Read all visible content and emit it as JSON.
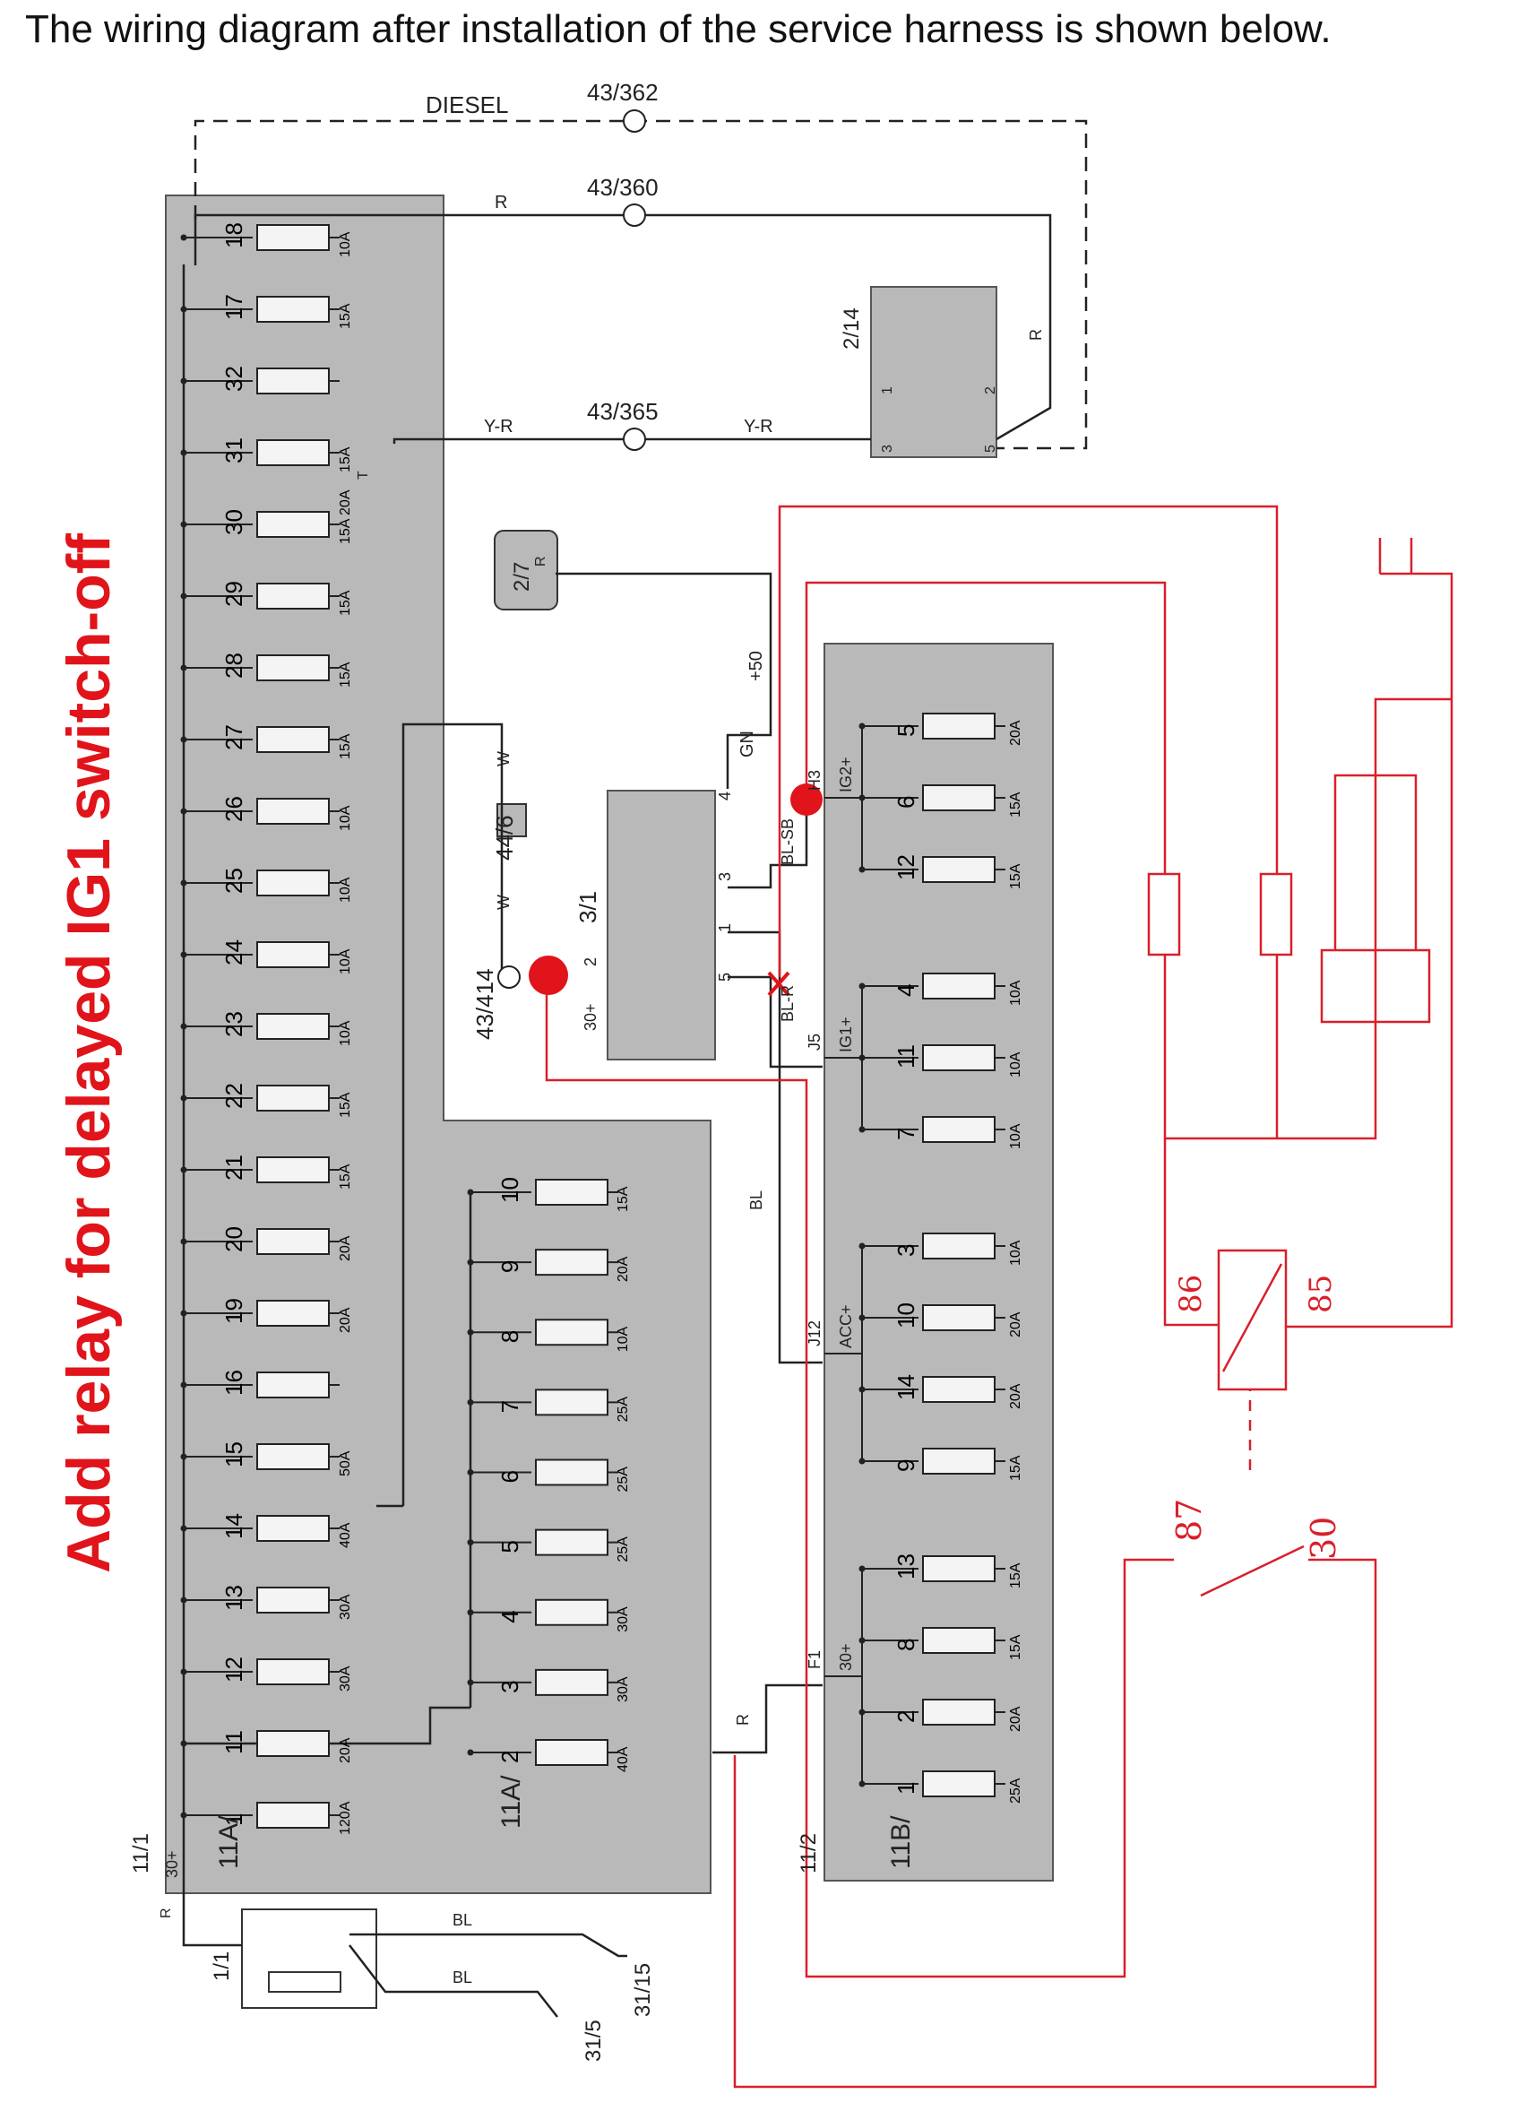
{
  "header": "The wiring diagram after installation of the service harness is shown below.",
  "title": "Add relay for delayed IG1 switch-off",
  "colors": {
    "harness": "#d8202a",
    "box": "#b9b9b9",
    "box_dark": "#9a9a9a",
    "fuse_fill": "#f4f4f4",
    "ink": "#222222"
  },
  "connectors": {
    "diesel": "43/362",
    "c360": "43/360",
    "c365": "43/365",
    "c414": "43/414",
    "c446": "44/6",
    "c27": "2/7",
    "c214": "2/14",
    "c31": "3/1",
    "c11": "1/1"
  },
  "wire_labels": {
    "diesel": "DIESEL",
    "r1": "R",
    "yr1": "Y-R",
    "yr2": "Y-R",
    "r2": "R",
    "w1": "W",
    "w2": "W",
    "r27": "R",
    "gn": "GN",
    "p50": "+50",
    "blsb": "BL-SB",
    "blr": "BL-R",
    "bl": "BL",
    "r3": "R",
    "rbat": "R",
    "bl1": "BL",
    "bl2": "BL"
  },
  "ground_labels": {
    "g1": "31/15",
    "g2": "31/5"
  },
  "ignition": {
    "p4": "4",
    "p3": "3",
    "p1": "1",
    "p2": "2",
    "p5": "5",
    "p30": "30+",
    "k1": "1",
    "k2": "2",
    "k3": "3",
    "k5": "5"
  },
  "fusebox_a": {
    "label": "11A/",
    "id": "11/1",
    "feed": "30+",
    "fuses": [
      {
        "n": "18",
        "r": "10A"
      },
      {
        "n": "17",
        "r": "15A"
      },
      {
        "n": "32",
        "r": ""
      },
      {
        "n": "31",
        "r": "15A"
      },
      {
        "n": "30",
        "r": "15A 20A"
      },
      {
        "n": "29",
        "r": "15A"
      },
      {
        "n": "28",
        "r": "15A"
      },
      {
        "n": "27",
        "r": "15A"
      },
      {
        "n": "26",
        "r": "10A"
      },
      {
        "n": "25",
        "r": "10A"
      },
      {
        "n": "24",
        "r": "10A"
      },
      {
        "n": "23",
        "r": "10A"
      },
      {
        "n": "22",
        "r": "15A"
      },
      {
        "n": "21",
        "r": "15A"
      },
      {
        "n": "20",
        "r": "20A"
      },
      {
        "n": "19",
        "r": "20A"
      },
      {
        "n": "16",
        "r": ""
      },
      {
        "n": "15",
        "r": "50A"
      },
      {
        "n": "14",
        "r": "40A"
      },
      {
        "n": "13",
        "r": "30A"
      },
      {
        "n": "12",
        "r": "30A"
      },
      {
        "n": "11",
        "r": "20A"
      },
      {
        "n": "1",
        "r": "120A"
      }
    ],
    "t_mark": "T"
  },
  "fusebox_a2": {
    "label": "11A/",
    "fuses": [
      {
        "n": "10",
        "r": "15A"
      },
      {
        "n": "9",
        "r": "20A"
      },
      {
        "n": "8",
        "r": "10A"
      },
      {
        "n": "7",
        "r": "25A"
      },
      {
        "n": "6",
        "r": "25A"
      },
      {
        "n": "5",
        "r": "25A"
      },
      {
        "n": "4",
        "r": "30A"
      },
      {
        "n": "3",
        "r": "30A"
      },
      {
        "n": "2",
        "r": "40A"
      }
    ]
  },
  "fusebox_b": {
    "label": "11B/",
    "id": "11/2",
    "groups": [
      {
        "name": "IG2+",
        "conn": "H3",
        "fuses": [
          {
            "n": "5",
            "r": "20A"
          },
          {
            "n": "6",
            "r": "15A"
          },
          {
            "n": "12",
            "r": "15A"
          }
        ]
      },
      {
        "name": "IG1+",
        "conn": "J5",
        "fuses": [
          {
            "n": "4",
            "r": "10A"
          },
          {
            "n": "11",
            "r": "10A"
          },
          {
            "n": "7",
            "r": "10A"
          }
        ]
      },
      {
        "name": "ACC+",
        "conn": "J12",
        "fuses": [
          {
            "n": "3",
            "r": "10A"
          },
          {
            "n": "10",
            "r": "20A"
          },
          {
            "n": "14",
            "r": "20A"
          },
          {
            "n": "9",
            "r": "15A"
          }
        ]
      },
      {
        "name": "30+",
        "conn": "F1",
        "fuses": [
          {
            "n": "13",
            "r": "15A"
          },
          {
            "n": "8",
            "r": "15A"
          },
          {
            "n": "2",
            "r": "20A"
          },
          {
            "n": "1",
            "r": "25A"
          }
        ]
      }
    ]
  },
  "relay": {
    "p86": "86",
    "p85": "85",
    "p87": "87",
    "p30": "30"
  }
}
